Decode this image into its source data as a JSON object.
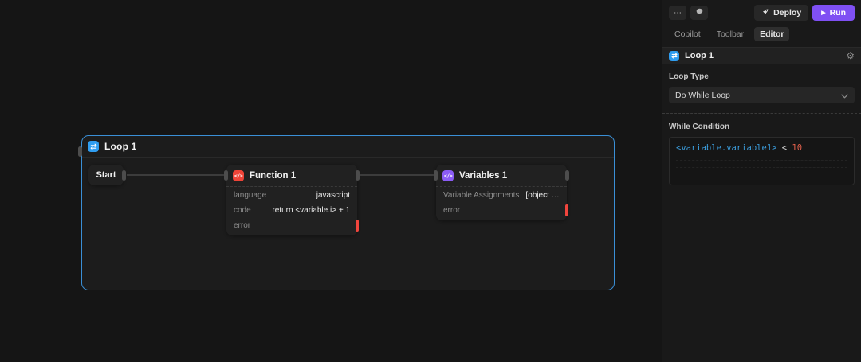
{
  "colors": {
    "accent-blue": "#2f9df0",
    "group-border": "#3a8fd6",
    "function-red": "#f04438",
    "variables-purple": "#8b5cf6",
    "error-red": "#f1453d",
    "run-purple": "#7f50f3",
    "code-variable-blue": "#3b9ddd",
    "code-number-orange": "#e2604c"
  },
  "icons": {
    "more": "⋯",
    "gear": "⚙",
    "play": "▶",
    "code_glyph": "</>"
  },
  "topbar": {
    "deploy_label": "Deploy",
    "run_label": "Run"
  },
  "tabs": [
    {
      "label": "Copilot",
      "active": false
    },
    {
      "label": "Toolbar",
      "active": false
    },
    {
      "label": "Editor",
      "active": true
    }
  ],
  "inspector": {
    "node_title": "Loop 1",
    "loop_type_label": "Loop Type",
    "loop_type_value": "Do While Loop",
    "while_condition_label": "While Condition",
    "condition": {
      "variable": "<variable.variable1>",
      "operator": "<",
      "number": "10"
    }
  },
  "canvas": {
    "group_title": "Loop 1",
    "start_label": "Start",
    "function_node": {
      "title": "Function 1",
      "rows": [
        {
          "label": "language",
          "value": "javascript"
        },
        {
          "label": "code",
          "value": "return <variable.i> + 1"
        },
        {
          "label": "error",
          "value": ""
        }
      ]
    },
    "variables_node": {
      "title": "Variables 1",
      "rows": [
        {
          "label": "Variable Assignments",
          "value": "[object Obje…"
        },
        {
          "label": "error",
          "value": ""
        }
      ]
    }
  }
}
